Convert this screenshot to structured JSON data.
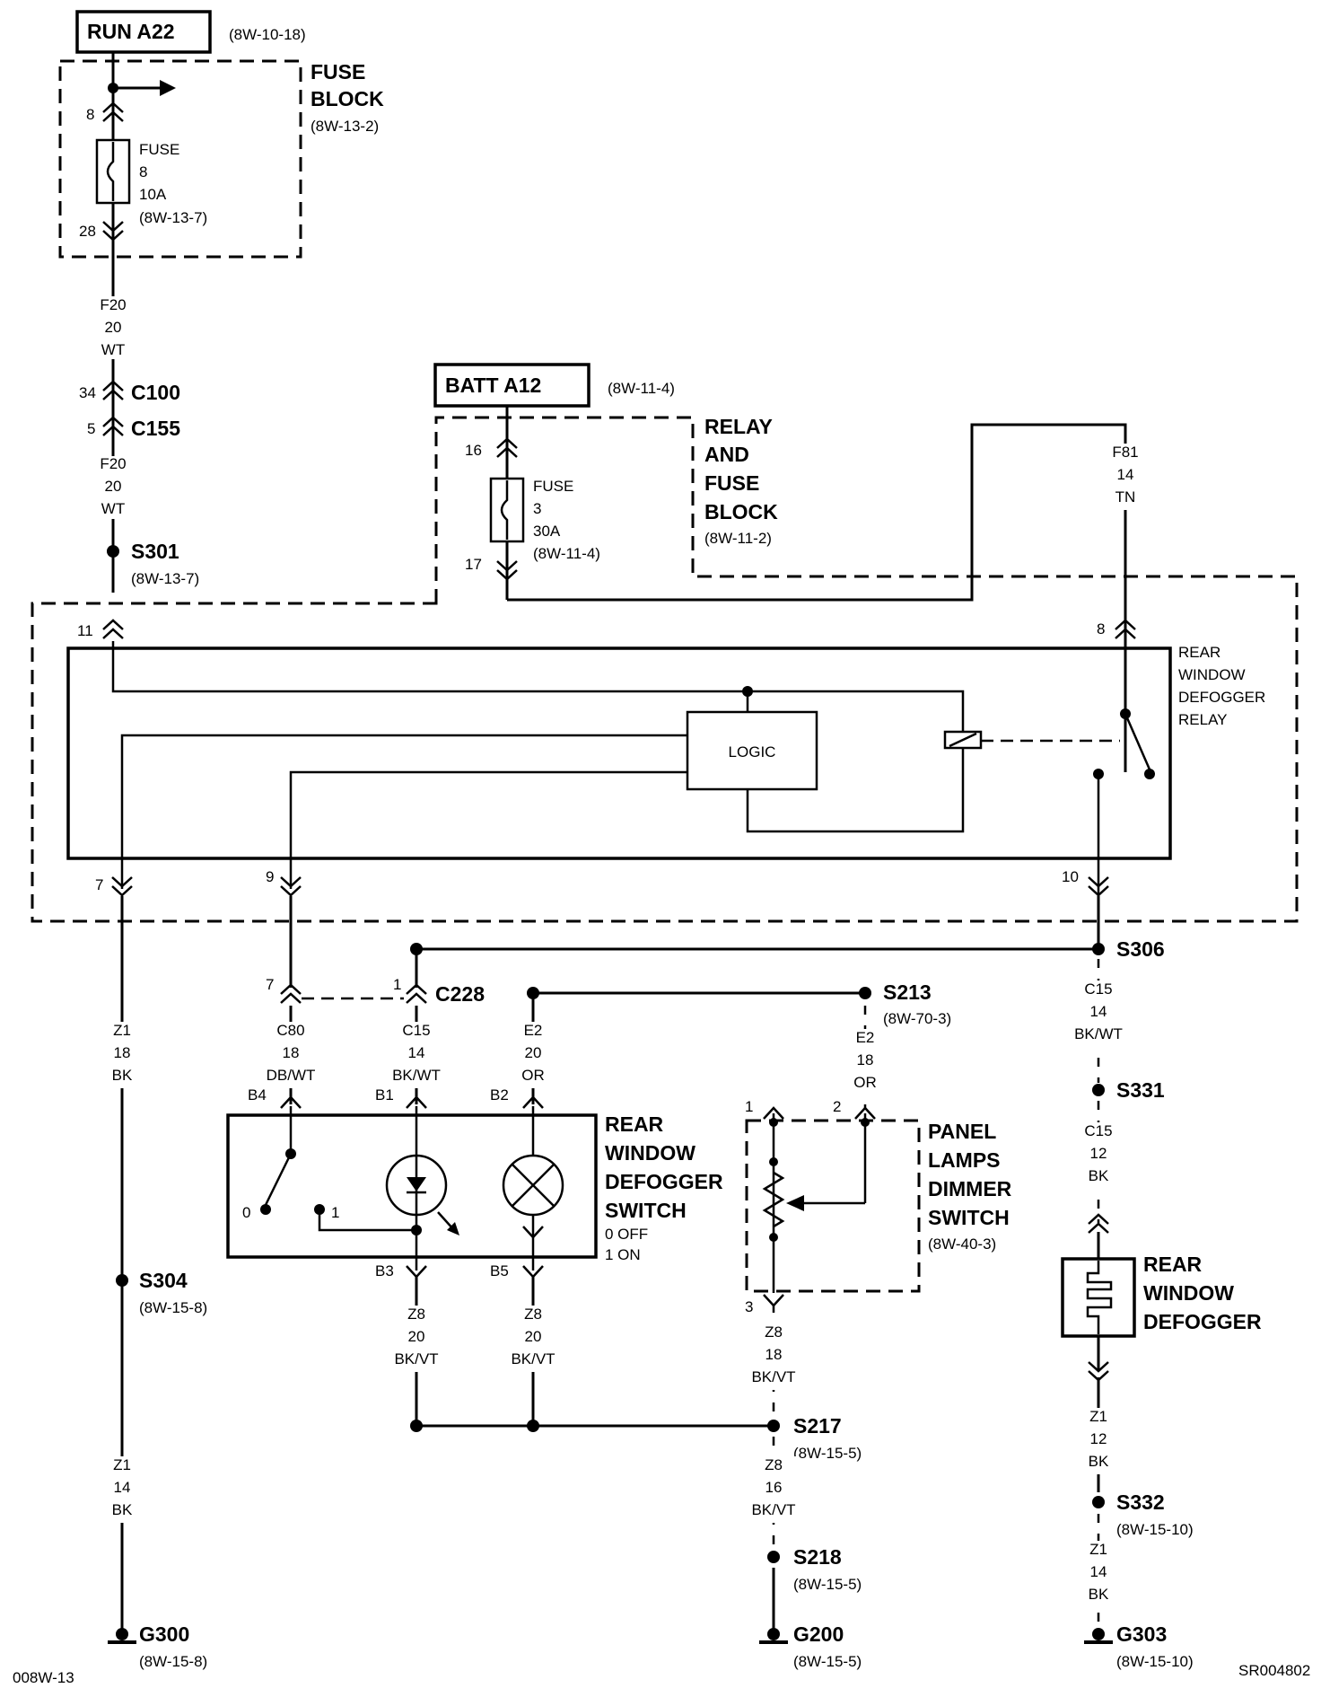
{
  "sources": {
    "run": {
      "label": "RUN A22",
      "ref": "(8W-10-18)"
    },
    "batt": {
      "label": "BATT A12",
      "ref": "(8W-11-4)"
    }
  },
  "fuse_block": {
    "title_1": "FUSE",
    "title_2": "BLOCK",
    "ref": "(8W-13-2)",
    "pin_in": "8",
    "pin_out": "28",
    "fuse_label": "FUSE",
    "fuse_num": "8",
    "fuse_rating": "10A",
    "fuse_ref": "(8W-13-7)"
  },
  "relay_fuse_block": {
    "title_1": "RELAY",
    "title_2": "AND",
    "title_3": "FUSE",
    "title_4": "BLOCK",
    "ref": "(8W-11-2)",
    "pin_in": "16",
    "pin_out": "17",
    "fuse_label": "FUSE",
    "fuse_num": "3",
    "fuse_rating": "30A",
    "fuse_ref": "(8W-11-4)"
  },
  "wires": {
    "f20_top": {
      "circuit": "F20",
      "gauge": "20",
      "color": "WT"
    },
    "f20_mid": {
      "circuit": "F20",
      "gauge": "20",
      "color": "WT"
    },
    "f81": {
      "circuit": "F81",
      "gauge": "14",
      "color": "TN"
    },
    "z1_18": {
      "circuit": "Z1",
      "gauge": "18",
      "color": "BK"
    },
    "z1_14_left": {
      "circuit": "Z1",
      "gauge": "14",
      "color": "BK"
    },
    "c80": {
      "circuit": "C80",
      "gauge": "18",
      "color": "DB/WT"
    },
    "c15_14_sw": {
      "circuit": "C15",
      "gauge": "14",
      "color": "BK/WT"
    },
    "e2_20": {
      "circuit": "E2",
      "gauge": "20",
      "color": "OR"
    },
    "e2_18": {
      "circuit": "E2",
      "gauge": "18",
      "color": "OR"
    },
    "c15_14_right": {
      "circuit": "C15",
      "gauge": "14",
      "color": "BK/WT"
    },
    "c15_12": {
      "circuit": "C15",
      "gauge": "12",
      "color": "BK"
    },
    "z8_20_a": {
      "circuit": "Z8",
      "gauge": "20",
      "color": "BK/VT"
    },
    "z8_20_b": {
      "circuit": "Z8",
      "gauge": "20",
      "color": "BK/VT"
    },
    "z8_18": {
      "circuit": "Z8",
      "gauge": "18",
      "color": "BK/VT"
    },
    "z8_16": {
      "circuit": "Z8",
      "gauge": "16",
      "color": "BK/VT"
    },
    "z1_12": {
      "circuit": "Z1",
      "gauge": "12",
      "color": "BK"
    },
    "z1_14_right": {
      "circuit": "Z1",
      "gauge": "14",
      "color": "BK"
    }
  },
  "connectors": {
    "c100": {
      "label": "C100",
      "pin": "34"
    },
    "c155": {
      "label": "C155",
      "pin": "5"
    },
    "c228": {
      "label": "C228",
      "pin_a": "7",
      "pin_b": "1"
    }
  },
  "splices": {
    "s301": {
      "label": "S301",
      "ref": "(8W-13-7)"
    },
    "s304": {
      "label": "S304",
      "ref": "(8W-15-8)"
    },
    "s306": {
      "label": "S306"
    },
    "s213": {
      "label": "S213",
      "ref": "(8W-70-3)"
    },
    "s331": {
      "label": "S331"
    },
    "s217": {
      "label": "S217",
      "ref": "(8W-15-5)"
    },
    "s218": {
      "label": "S218",
      "ref": "(8W-15-5)"
    },
    "s332": {
      "label": "S332",
      "ref": "(8W-15-10)"
    }
  },
  "grounds": {
    "g300": {
      "label": "G300",
      "ref": "(8W-15-8)"
    },
    "g200": {
      "label": "G200",
      "ref": "(8W-15-5)"
    },
    "g303": {
      "label": "G303",
      "ref": "(8W-15-10)"
    }
  },
  "relay": {
    "title_1": "REAR",
    "title_2": "WINDOW",
    "title_3": "DEFOGGER",
    "title_4": "RELAY",
    "logic": "LOGIC",
    "pin_11": "11",
    "pin_8": "8",
    "pin_7": "7",
    "pin_9": "9",
    "pin_10": "10"
  },
  "switch": {
    "title_1": "REAR",
    "title_2": "WINDOW",
    "title_3": "DEFOGGER",
    "title_4": "SWITCH",
    "state_off": "0 OFF",
    "state_on": "1 ON",
    "pos_0": "0",
    "pos_1": "1",
    "pin_b4": "B4",
    "pin_b1": "B1",
    "pin_b2": "B2",
    "pin_b3": "B3",
    "pin_b5": "B5"
  },
  "dimmer": {
    "title_1": "PANEL",
    "title_2": "LAMPS",
    "title_3": "DIMMER",
    "title_4": "SWITCH",
    "ref": "(8W-40-3)",
    "pin_1": "1",
    "pin_2": "2",
    "pin_3": "3"
  },
  "defogger": {
    "title_1": "REAR",
    "title_2": "WINDOW",
    "title_3": "DEFOGGER"
  },
  "footer": {
    "left": "008W-13",
    "right": "SR004802"
  }
}
